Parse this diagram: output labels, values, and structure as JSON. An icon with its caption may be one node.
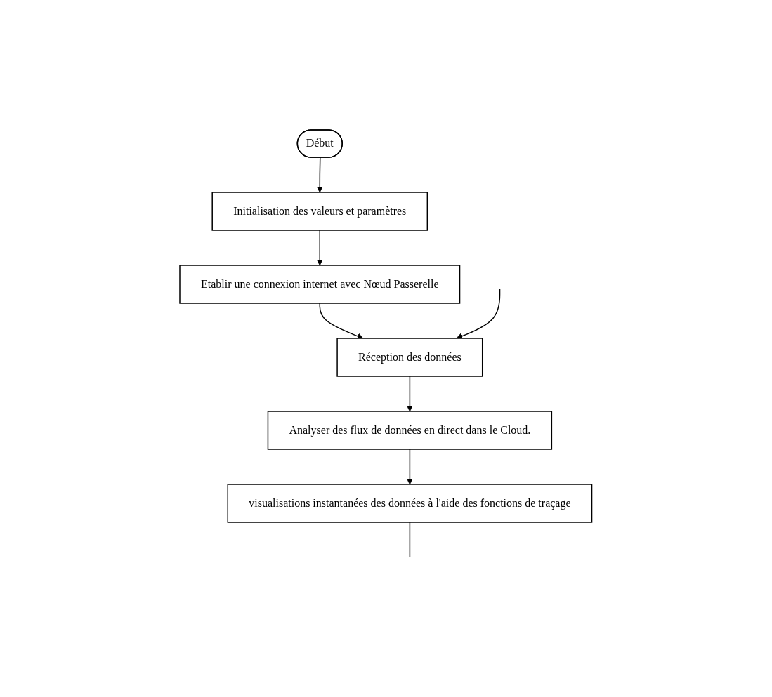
{
  "diagram": {
    "nodes": [
      {
        "text": [
          "Début"
        ]
      },
      {
        "text": [
          "Initialisation des valeurs et paramètres"
        ]
      },
      {
        "text": [
          "Etablir une connexion internet avec Nœud Passerelle"
        ]
      },
      {
        "text": [
          "Réception des données"
        ]
      },
      {
        "text": [
          "Analyser des flux de données en direct dans le Cloud."
        ]
      },
      {
        "text": [
          "visualisations instantanées des données à l'aide des fonctions de traçage"
        ]
      }
    ],
    "edges": [
      {
        "from": 0,
        "to": 1,
        "arrow": "to"
      },
      {
        "from": 1,
        "to": 2,
        "arrow": "to"
      },
      {
        "from": 2,
        "to": 3,
        "arrow": "to"
      },
      {
        "from": null,
        "to": 3,
        "arrow": "to"
      },
      {
        "from": 3,
        "to": 4,
        "arrow": "to"
      },
      {
        "from": 4,
        "to": 5,
        "arrow": "to"
      },
      {
        "from": 5,
        "to": null,
        "arrow": "none"
      }
    ]
  }
}
